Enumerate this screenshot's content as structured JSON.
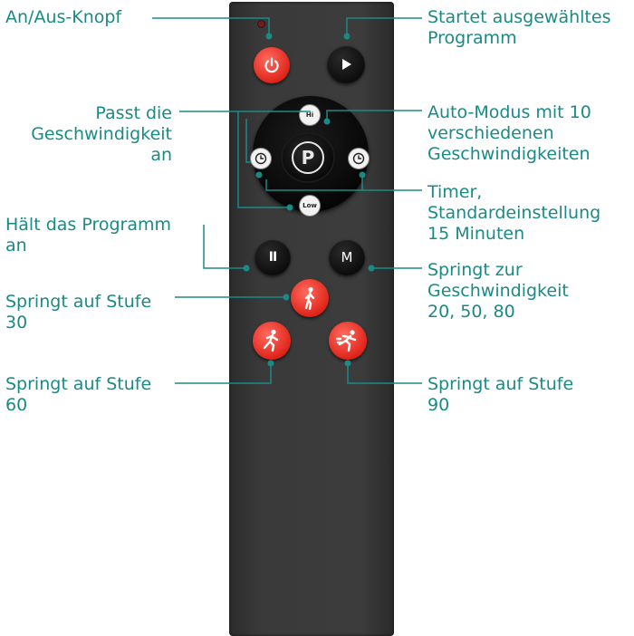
{
  "labels": {
    "power": "An/Aus-Knopf",
    "start": "Startet ausgewähltes\nProgramm",
    "speed": "Passt die\nGeschwindigkeit\nan",
    "auto": "Auto-Modus mit 10\nverschiedenen\nGeschwindigkeiten",
    "timer": "Timer,\nStandardeinstellung\n15 Minuten",
    "pause": "Hält das Programm\nan",
    "mode": "Springt zur\nGeschwindigkeit\n20, 50, 80",
    "level30": "Springt auf Stufe\n30",
    "level60": "Springt auf Stufe\n60",
    "level90": "Springt auf Stufe\n90"
  },
  "buttons": {
    "hi": "Hi",
    "low": "Low",
    "pause": "II",
    "mode": "M",
    "center": "P"
  },
  "colors": {
    "label": "#1a8a86",
    "remote": "#3a3a3a",
    "red_button": "#e0251a",
    "black_button": "#0d0d0d"
  },
  "icons": [
    "power-icon",
    "play-icon",
    "timer-icon",
    "walker-icon",
    "runner-icon",
    "sprinter-icon"
  ]
}
